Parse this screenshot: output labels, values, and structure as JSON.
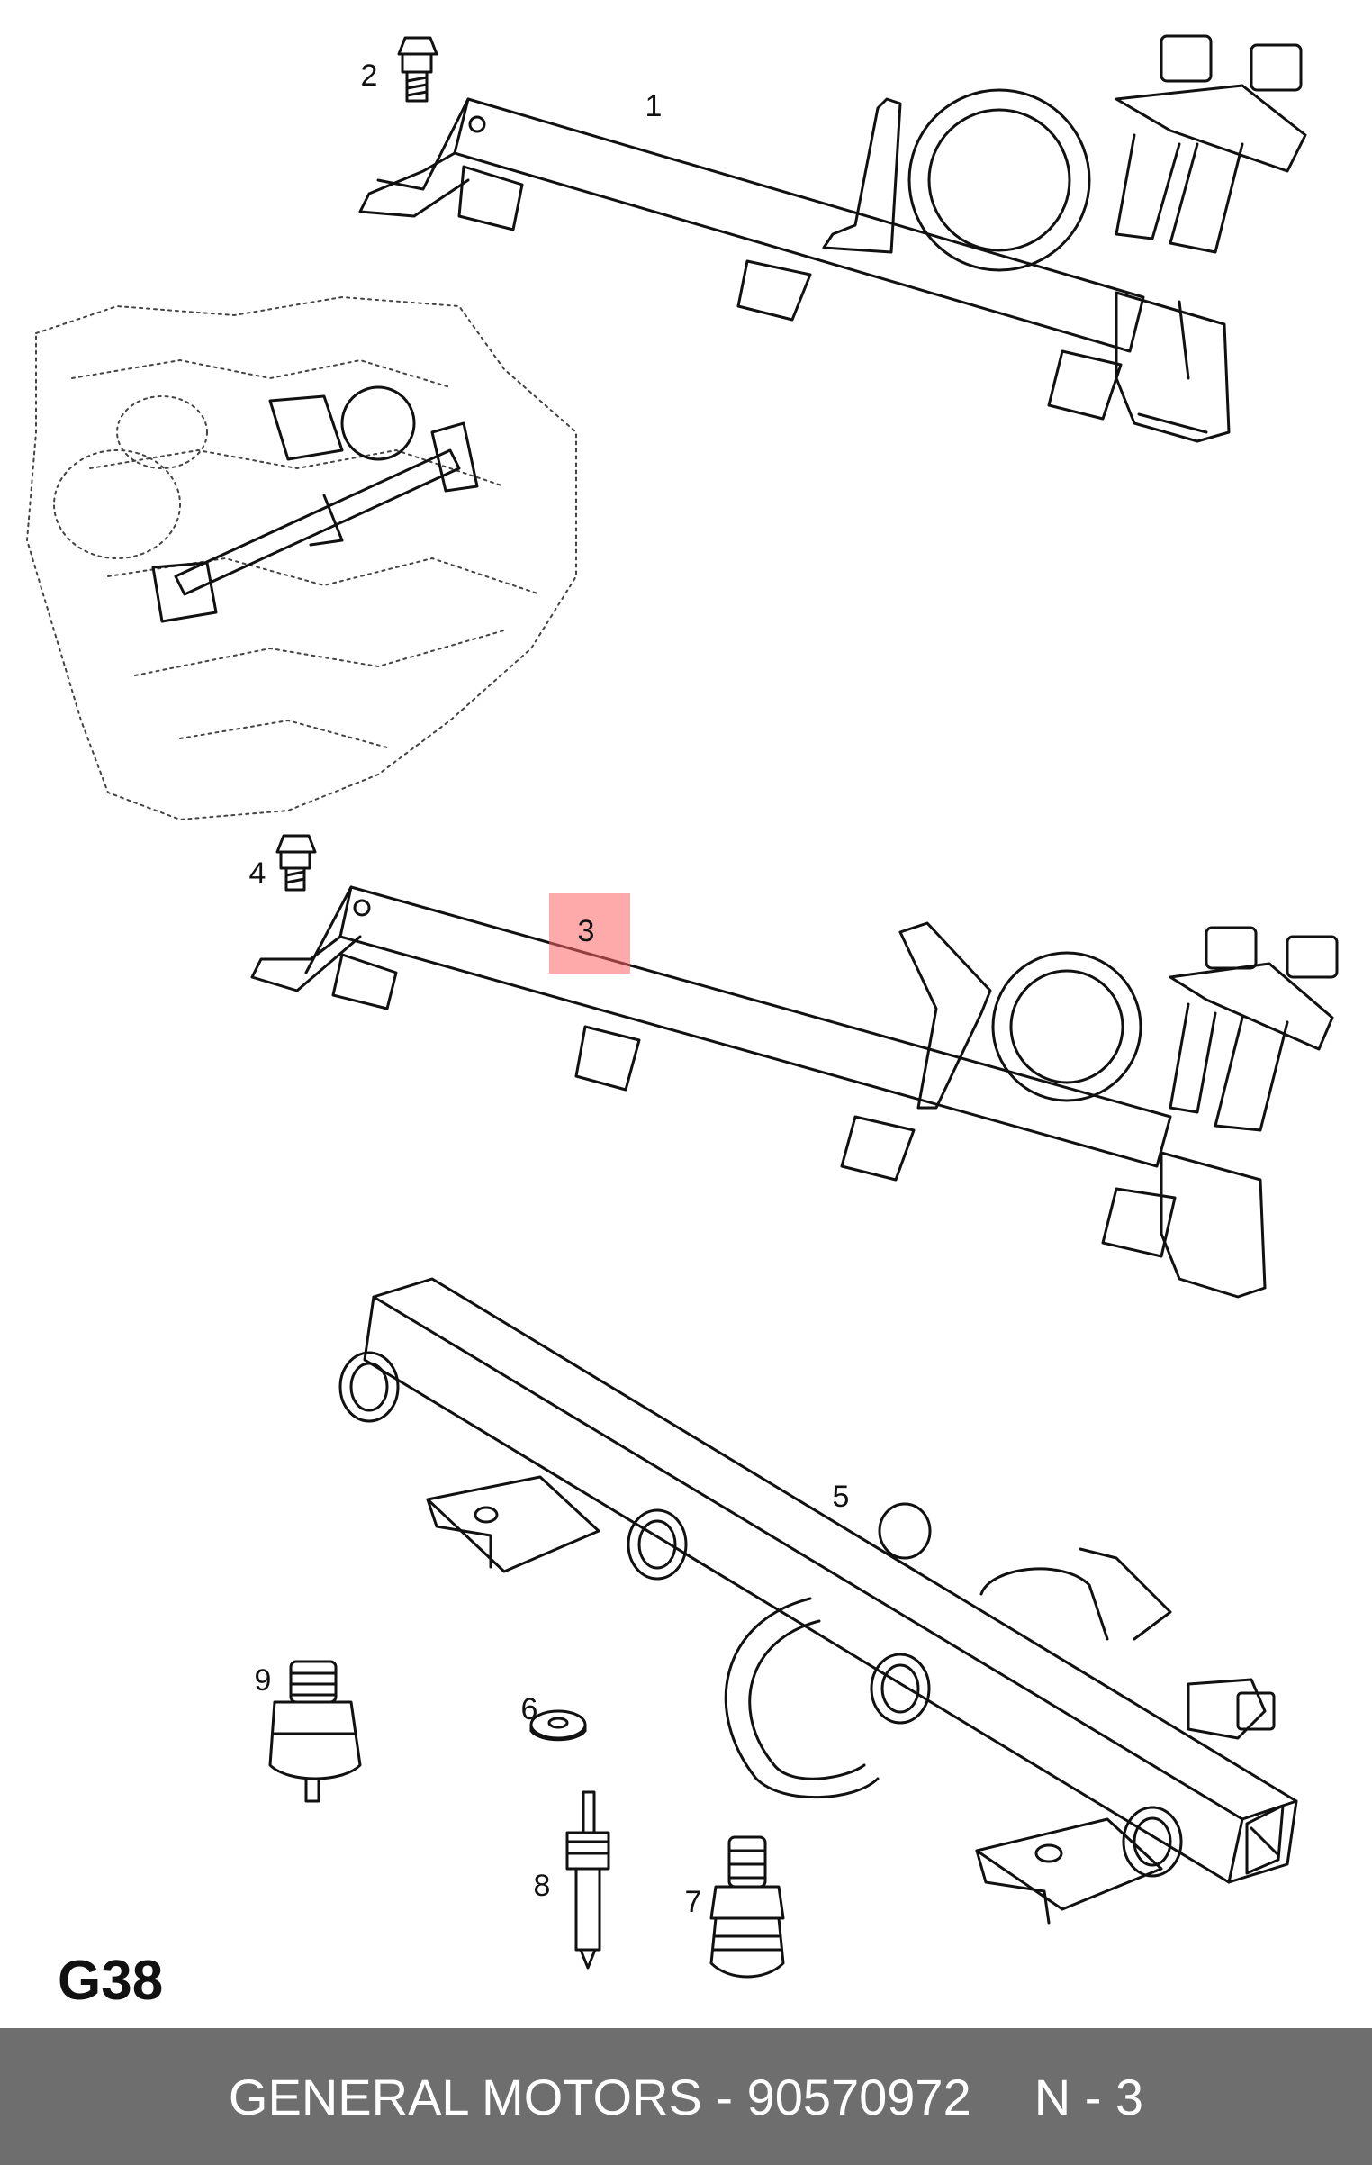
{
  "diagram": {
    "page_code": "G38",
    "callouts": [
      "1",
      "2",
      "3",
      "4",
      "5",
      "6",
      "7",
      "8",
      "9"
    ],
    "highlighted_callout": "3",
    "highlight_color": "#ff6464"
  },
  "footer": {
    "brand_part": "GENERAL MOTORS - 90570972",
    "ref": "N - 3",
    "background": "#6e6e6e"
  }
}
